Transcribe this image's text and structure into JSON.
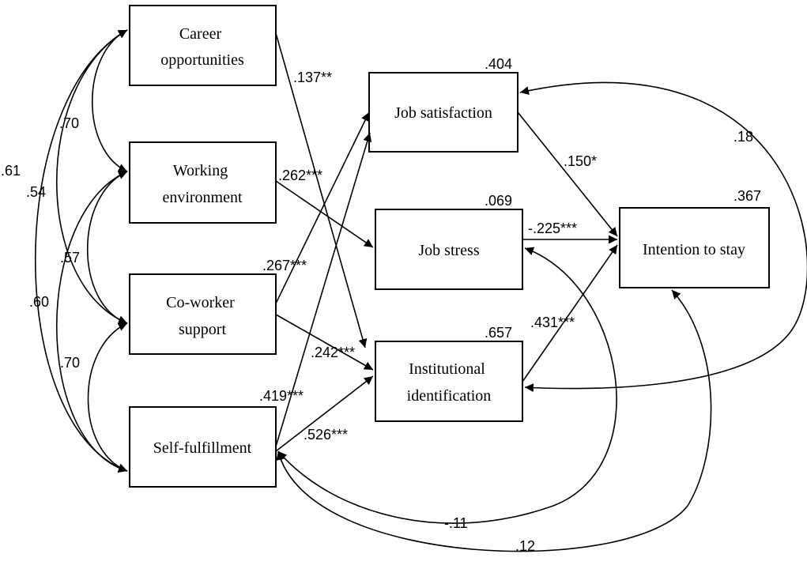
{
  "nodes": {
    "career": {
      "lines": [
        "Career",
        "opportunities"
      ],
      "r2": ""
    },
    "working": {
      "lines": [
        "Working",
        "environment"
      ],
      "r2": ""
    },
    "coworker": {
      "lines": [
        "Co-worker",
        "support"
      ],
      "r2": ""
    },
    "selffulfillment": {
      "lines": [
        "Self-fulfillment"
      ],
      "r2": ""
    },
    "job_satisfaction": {
      "lines": [
        "Job satisfaction"
      ],
      "r2": ".404"
    },
    "job_stress": {
      "lines": [
        "Job stress"
      ],
      "r2": ".069"
    },
    "institutional_identification": {
      "lines": [
        "Institutional",
        "identification"
      ],
      "r2": ".657"
    },
    "intention_to_stay": {
      "lines": [
        "Intention to stay"
      ],
      "r2": ".367"
    }
  },
  "paths": {
    "career_to_institutional": ".137**",
    "working_to_jobstress": ".262***",
    "coworker_to_jobsatisfaction": ".267***",
    "coworker_to_institutional": ".242***",
    "selffulfillment_to_jobsatisfaction": ".419***",
    "selffulfillment_to_institutional": ".526***",
    "jobsatisfaction_to_intention": ".150*",
    "jobstress_to_intention": "-.225***",
    "institutional_to_intention": ".431***"
  },
  "correlations": {
    "career_working": ".70",
    "career_coworker": ".54",
    "career_selffulfillment": ".61",
    "working_coworker": ".57",
    "working_selffulfillment": ".60",
    "coworker_selffulfillment": ".70",
    "jobsatisfaction_institutional": ".18",
    "selffulfillment_jobstress": "-.11",
    "selffulfillment_intention": ".12"
  }
}
